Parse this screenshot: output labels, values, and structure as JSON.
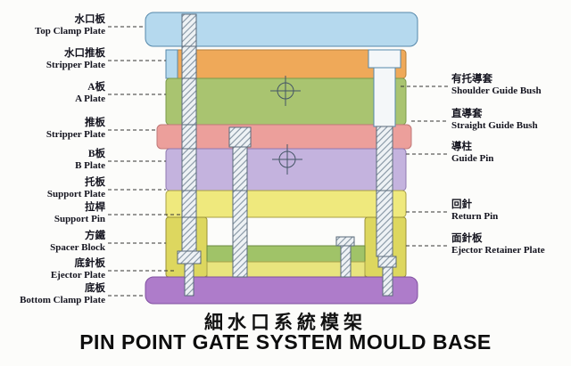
{
  "title": {
    "chinese": "細水口系統模架",
    "english": "PIN POINT GATE SYSTEM MOULD BASE"
  },
  "left_labels": [
    {
      "cn": "水口板",
      "en": "Top Clamp Plate"
    },
    {
      "cn": "水口推板",
      "en": "Stripper Plate"
    },
    {
      "cn": "A板",
      "en": "A Plate"
    },
    {
      "cn": "推板",
      "en": "Stripper Plate"
    },
    {
      "cn": "B板",
      "en": "B Plate"
    },
    {
      "cn": "托板",
      "en": "Support Plate"
    },
    {
      "cn": "拉桿",
      "en": "Support Pin"
    },
    {
      "cn": "方鐵",
      "en": "Spacer Block"
    },
    {
      "cn": "底針板",
      "en": "Ejector Plate"
    },
    {
      "cn": "底板",
      "en": "Bottom Clamp Plate"
    }
  ],
  "right_labels": [
    {
      "cn": "有托導套",
      "en": "Shoulder Guide Bush"
    },
    {
      "cn": "直導套",
      "en": "Straight Guide Bush"
    },
    {
      "cn": "導柱",
      "en": "Guide Pin"
    },
    {
      "cn": "回針",
      "en": "Return Pin"
    },
    {
      "cn": "面針板",
      "en": "Ejector Retainer Plate"
    }
  ],
  "colors": {
    "top_clamp_plate": "#b5d9ee",
    "runner_stripper_plate": "#efa959",
    "a_plate": "#a9c470",
    "stripper_plate": "#ec9f9b",
    "b_plate": "#c4b3de",
    "support_plate": "#efe97d",
    "spacer_block": "#ddd75f",
    "ejector_retainer_plate": "#a0c368",
    "ejector_plate": "#e8e47e",
    "bottom_clamp_plate": "#ae7cca"
  }
}
